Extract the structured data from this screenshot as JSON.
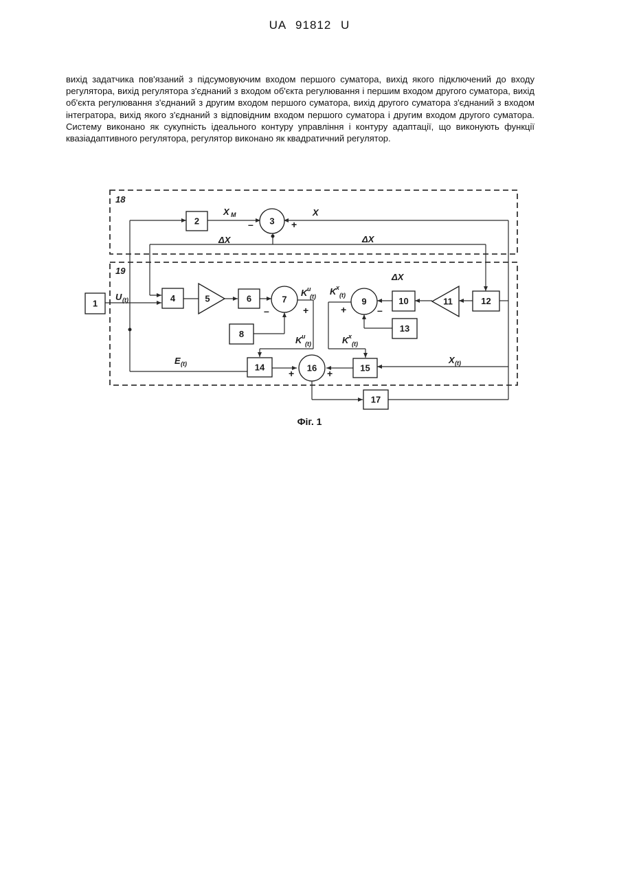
{
  "header": {
    "text": "UA   91812   U"
  },
  "body_text": "вихід задатчика пов'язаний з підсумовуючим входом першого суматора, вихід якого підключений до входу регулятора, вихід регулятора з'єднаний з входом об'єкта регулювання і першим входом другого суматора, вихід об'єкта регулювання з'єднаний з другим входом першого суматора, вихід другого суматора з'єднаний з входом інтегратора, вихід якого з'єднаний з відповідним входом першого суматора і другим входом другого суматора. Систему виконано як сукупність ідеального контуру управління і контуру адаптації, що виконують функції квазіадаптивного регулятора, регулятор виконано як квадратичний регулятор.",
  "figure": {
    "region_labels": {
      "r18": "18",
      "r19": "19"
    },
    "blocks": {
      "b1": "1",
      "b2": "2",
      "b3": "3",
      "b4": "4",
      "b5": "5",
      "b6": "6",
      "b7": "7",
      "b8": "8",
      "b9": "9",
      "b10": "10",
      "b11": "11",
      "b12": "12",
      "b13": "13",
      "b14": "14",
      "b15": "15",
      "b16": "16",
      "b17": "17"
    },
    "signals": {
      "xm": "X",
      "xm_sub": "M",
      "x": "X",
      "dx_left": "ΔX",
      "dx_right": "ΔX",
      "dx_12": "ΔX",
      "u": "U",
      "u_sub": "(t)",
      "ku7": "K",
      "ku7_sup": "u",
      "ku7_sub": "(t)",
      "kx9": "K",
      "kx9_sup": "x",
      "kx9_sub": "(t)",
      "ku14": "K",
      "ku14_sup": "u",
      "ku14_sub": "(t)",
      "kx15": "K",
      "kx15_sup": "x",
      "kx15_sub": "(t)",
      "e": "E",
      "e_sub": "(t)",
      "xt": "X",
      "xt_sub": "(t)"
    },
    "signs": {
      "s3_minus": "–",
      "s3_plus": "+",
      "s7_minus": "–",
      "s7_plus": "+",
      "s9_plus": "+",
      "s9_minus": "–",
      "s16_left": "+",
      "s16_right": "+"
    },
    "caption": "Фіг. 1"
  }
}
